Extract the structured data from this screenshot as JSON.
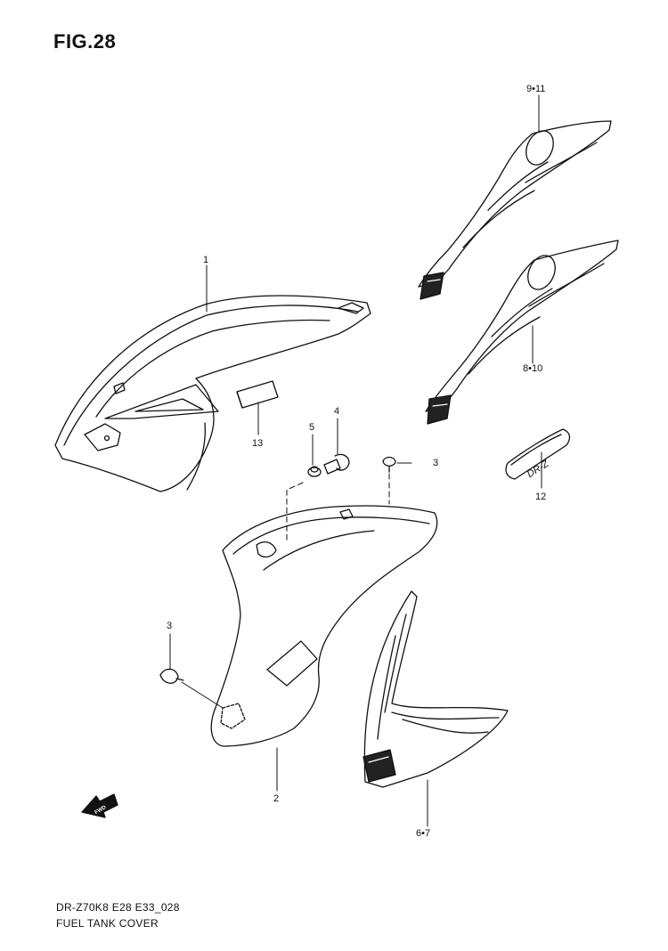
{
  "figure": {
    "title": "FIG.28"
  },
  "callouts": {
    "c1": "1",
    "c2": "2",
    "c3a": "3",
    "c3b": "3",
    "c4": "4",
    "c5": "5",
    "c6_7": "6•7",
    "c8_10": "8•10",
    "c9_11": "9•11",
    "c12": "12",
    "c13": "13"
  },
  "emblem_text": "DR-Z",
  "fwd_text": "FWD",
  "footer": {
    "code": "DR-Z70K8 E28 E33_028",
    "name": "FUEL TANK COVER"
  }
}
